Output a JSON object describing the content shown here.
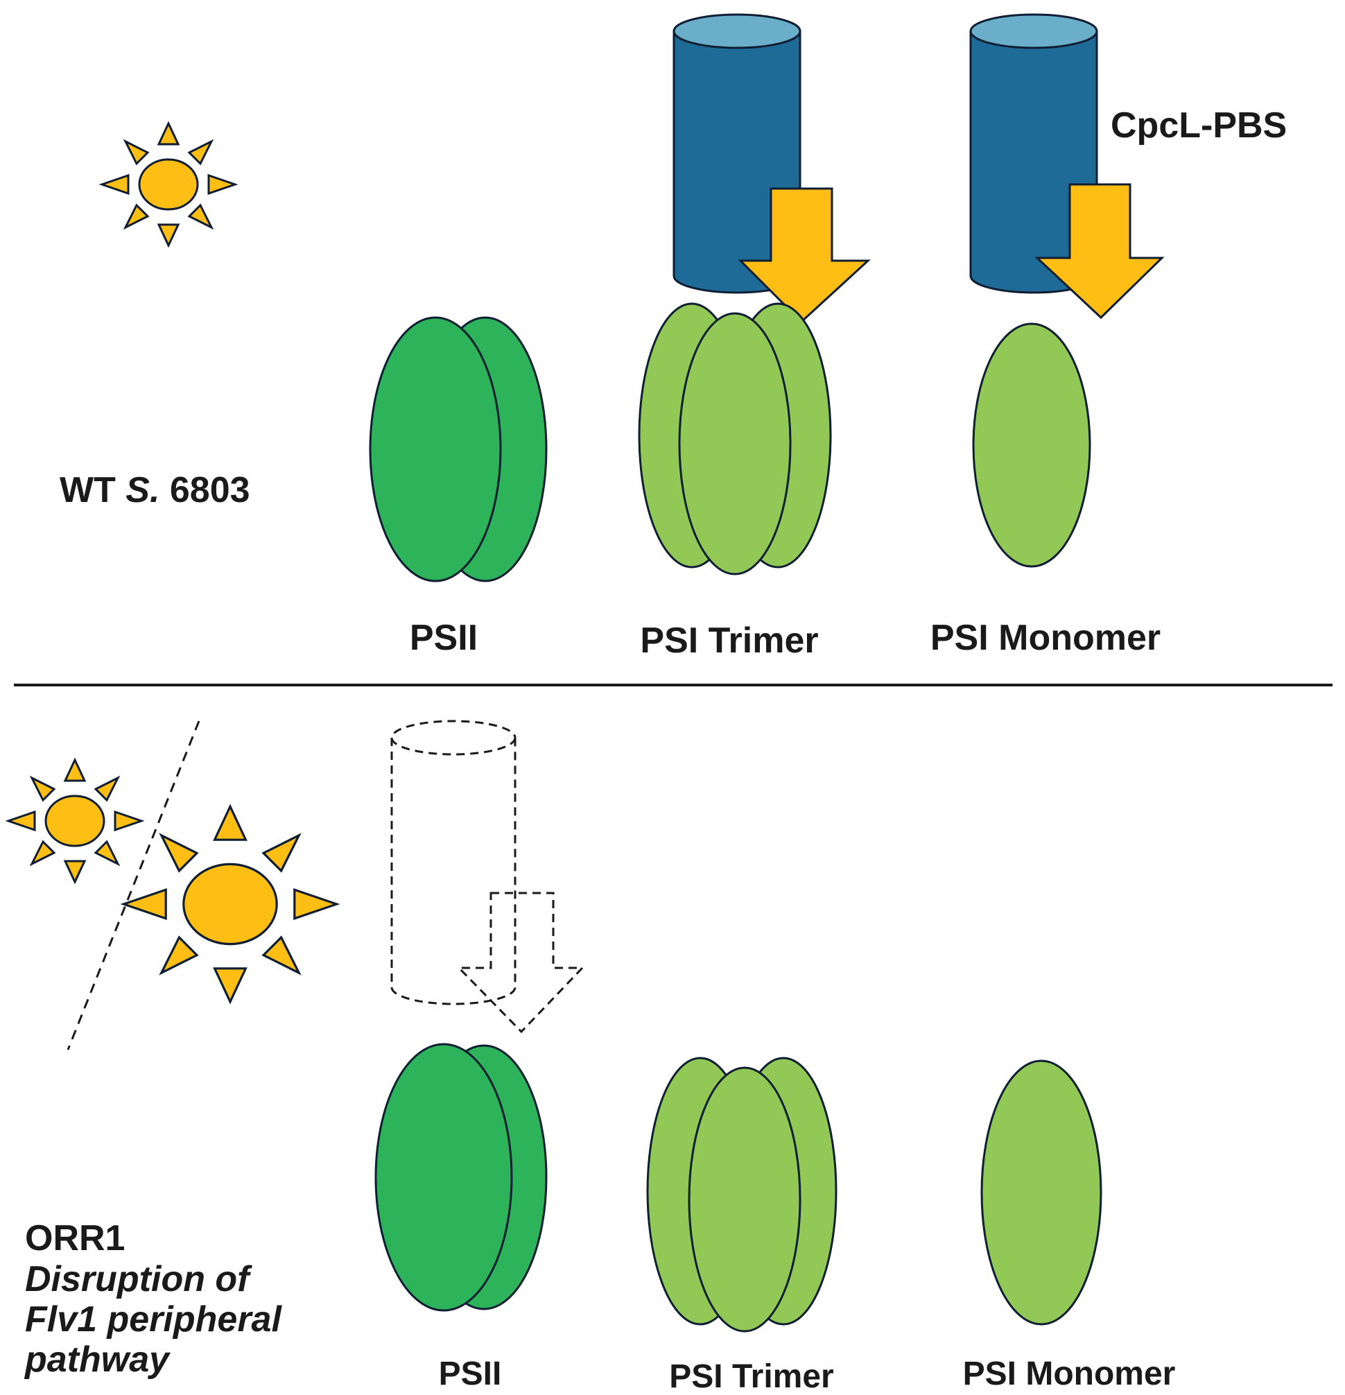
{
  "colors": {
    "psii": "#2db45a",
    "psi": "#92c855",
    "pbs_body": "#1f6b98",
    "pbs_top": "#6aaec9",
    "energy_arrow": "#ffbe14",
    "sun": "#ffbe14",
    "outline": "#0f1e33"
  },
  "icons": [
    "sun-icon",
    "phycobilisome-cylinder-icon",
    "energy-arrow-icon"
  ],
  "wt": {
    "strain_prefix": "WT ",
    "strain_italic": "S.",
    "strain_suffix": " 6803",
    "pbs_label": "CpcL-PBS",
    "psii_label": "PSII",
    "psi_trimer_label": "PSI Trimer",
    "psi_monomer_label": "PSI Monomer"
  },
  "orr1": {
    "strain_name": "ORR1",
    "description_line1": "Disruption of",
    "description_line2": "Flv1 peripheral",
    "description_line3": "pathway",
    "psii_label": "PSII",
    "psi_trimer_label": "PSI Trimer",
    "psi_monomer_label": "PSI Monomer"
  }
}
